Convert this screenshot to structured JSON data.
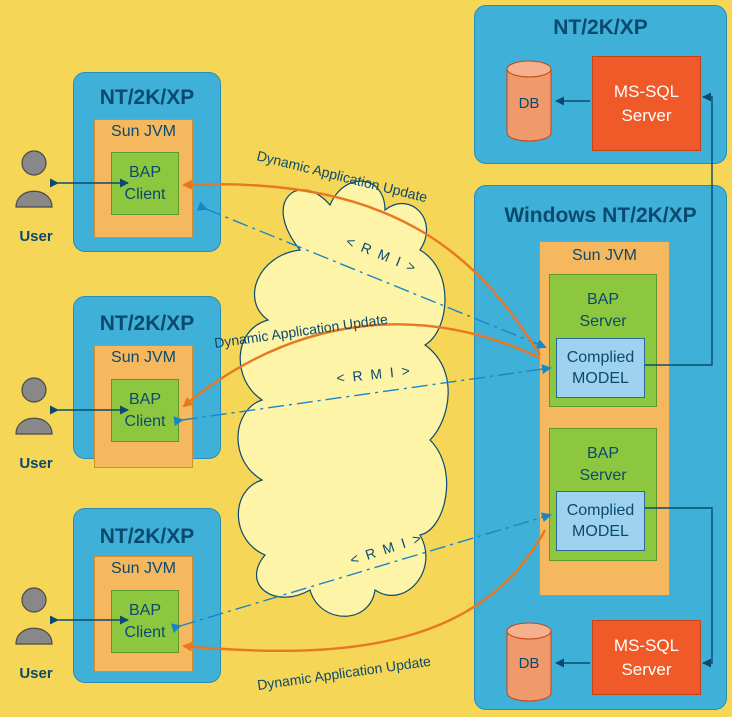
{
  "client_os_title": "NT/2K/XP",
  "jvm_title": "Sun JVM",
  "client_lines": [
    "BAP",
    "Client"
  ],
  "user_label": "User",
  "top_db_os_title": "NT/2K/XP",
  "db_label": "DB",
  "mssql_lines": [
    "MS-SQL",
    "Server"
  ],
  "server_os_title": "Windows NT/2K/XP",
  "server_lines": [
    "BAP",
    "Server"
  ],
  "model_lines": [
    "Complied",
    "MODEL"
  ],
  "rmi_label": "< R M I >",
  "update_label": "Dynamic Application Update",
  "colors": {
    "background": "#f6d656",
    "os_box": "#3fb0d8",
    "jvm_box": "#f5b85e",
    "component": "#8dc63f",
    "model": "#9fd2ef",
    "mssql": "#f05a28",
    "db": "#f0996b",
    "update_arrow": "#e87722",
    "rmi_line": "#1c86c4",
    "text": "#0b4a6e"
  }
}
